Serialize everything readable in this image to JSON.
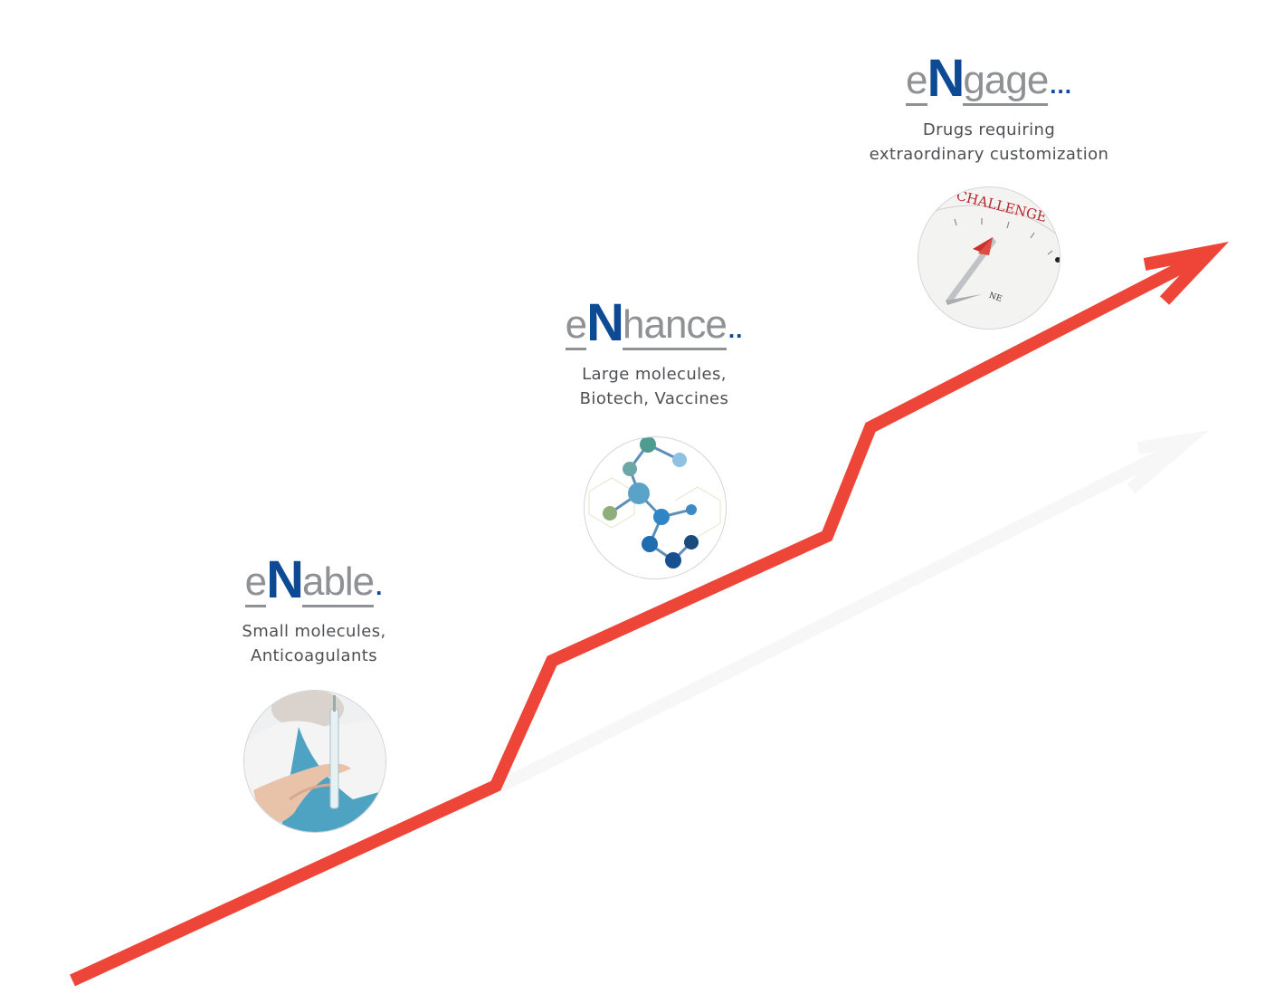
{
  "stages": [
    {
      "brand_pre": "e",
      "brand_cap": "N",
      "brand_post": "able",
      "brand_dots": ".",
      "line1": "Small molecules,",
      "line2": "Anticoagulants",
      "image_icon": "syringe-hand-icon"
    },
    {
      "brand_pre": "e",
      "brand_cap": "N",
      "brand_post": "hance",
      "brand_dots": "..",
      "line1": "Large molecules,",
      "line2": "Biotech, Vaccines",
      "image_icon": "molecule-icon"
    },
    {
      "brand_pre": "e",
      "brand_cap": "N",
      "brand_post": "gage",
      "brand_dots": "...",
      "line1": "Drugs requiring",
      "line2": "extraordinary customization",
      "image_icon": "compass-icon",
      "compass_word": "CHALLENGE",
      "compass_mark": "NE"
    }
  ],
  "colors": {
    "arrow": "#ee4539",
    "brand_grey": "#8f9195",
    "brand_blue": "#0d4a94",
    "text": "#4d4f53"
  }
}
